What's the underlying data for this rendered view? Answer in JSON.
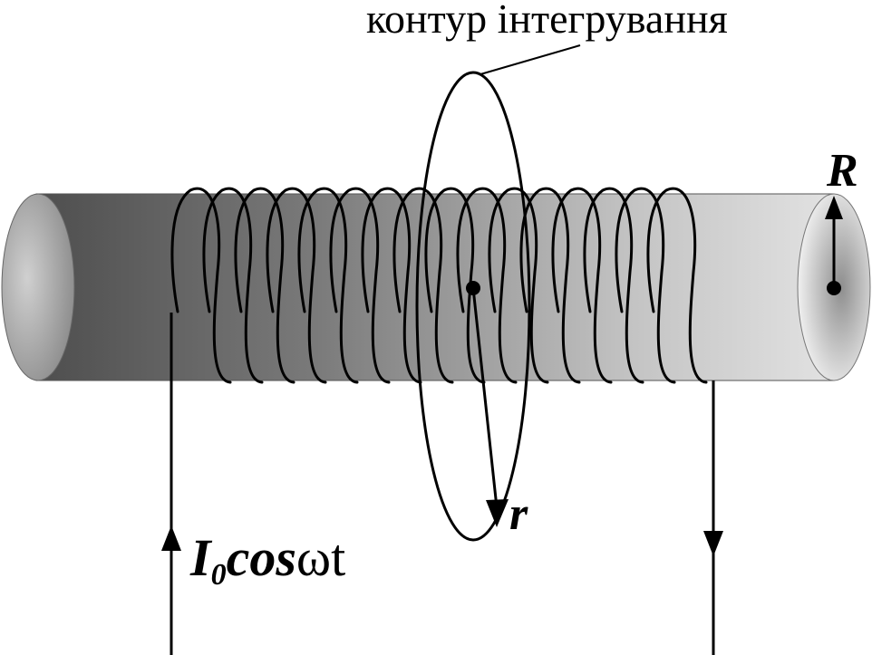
{
  "caption": "контур інтегрування",
  "label_R": "R",
  "label_r": "r",
  "current": {
    "amplitude_symbol": "I",
    "subscript": "0",
    "function": "cos",
    "omega": "ω",
    "time": "t"
  },
  "colors": {
    "rod_dark": "#5a5a5a",
    "rod_mid": "#8c8c8c",
    "rod_light": "#d8d8d8",
    "end_face": "#b4b4b4",
    "stroke": "#000000"
  }
}
